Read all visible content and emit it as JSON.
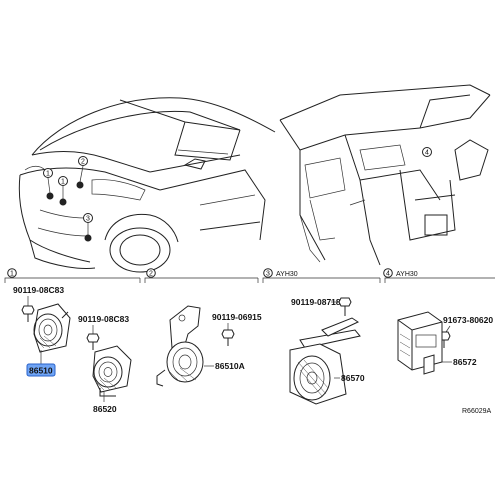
{
  "callouts": {
    "c1": "1",
    "c2": "2",
    "c3": "3",
    "c4": "4"
  },
  "sections": [
    {
      "number": "1",
      "note": ""
    },
    {
      "number": "2",
      "note": ""
    },
    {
      "number": "3",
      "note": "AYH30"
    },
    {
      "number": "4",
      "note": "AYH30"
    }
  ],
  "parts": {
    "s1_bolt": "90119-08C83",
    "s1_bolt2": "90119-08C83",
    "s1_horn_highlighted": "86510",
    "s1_horn2": "86520",
    "s2_bolt": "90119-06915",
    "s2_horn": "86510A",
    "s3_bolt": "90119-08718",
    "s3_speaker": "86570",
    "s4_bolt": "91673-80620",
    "s4_unit": "86572"
  },
  "figure_id": "R66029A",
  "colors": {
    "highlight": "#4a8df0",
    "line": "#222222"
  }
}
